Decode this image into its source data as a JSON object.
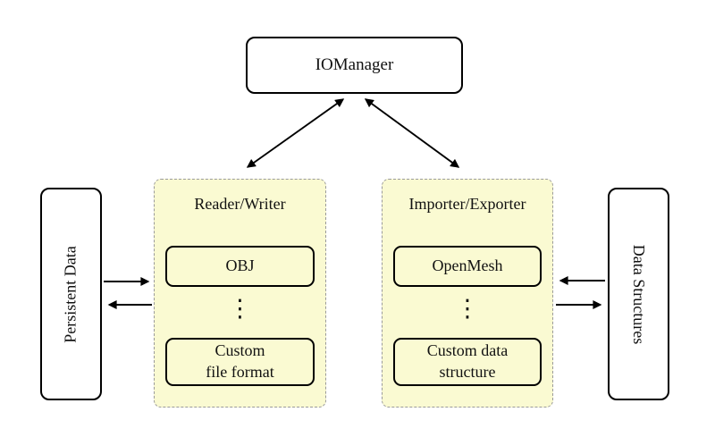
{
  "diagram": {
    "iomanager": {
      "label": "IOManager"
    },
    "persistent_data": {
      "label": "Persistent Data"
    },
    "data_structures": {
      "label": "Data Structures"
    },
    "reader_writer": {
      "title": "Reader/Writer",
      "item_top": "OBJ",
      "ellipsis": "⋮",
      "item_bottom": "Custom\nfile format"
    },
    "importer_exporter": {
      "title": "Importer/Exporter",
      "item_top": "OpenMesh",
      "ellipsis": "⋮",
      "item_bottom": "Custom data\nstructure"
    },
    "arrows": [
      "iomanager-reader-writer-bidirectional",
      "iomanager-importer-exporter-bidirectional",
      "persistent-data-to-reader-writer",
      "reader-writer-to-persistent-data",
      "data-structures-to-importer-exporter",
      "importer-exporter-to-data-structures"
    ]
  },
  "colors": {
    "container_fill": "#FAFAD2",
    "container_border": "#9a9a9a",
    "node_border": "#000000",
    "background": "#ffffff",
    "arrow": "#000000"
  }
}
